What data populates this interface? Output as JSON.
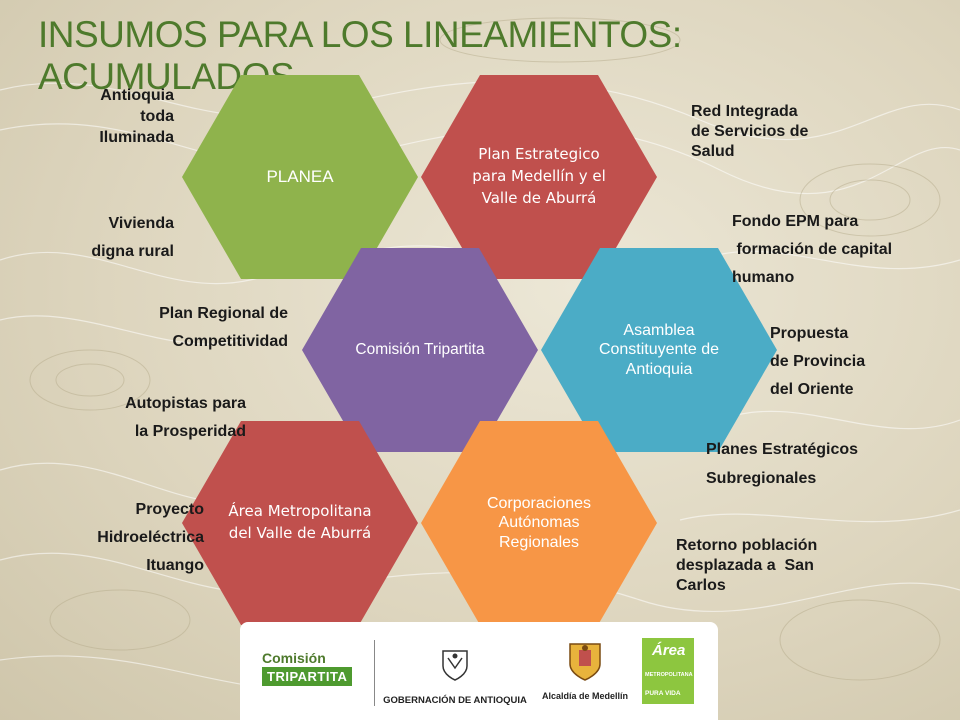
{
  "title": "INSUMOS PARA LOS LINEAMIENTOS: ACUMULADOS",
  "hexagons": {
    "planea": "PLANEA",
    "plan_estrategico": "Plan Estrategico para Medellín y el Valle de Aburrá",
    "comision": "Comisión Tripartita",
    "asamblea": "Asamblea Constituyente de Antioquia",
    "area_metropolitana": "Área Metropolitana del Valle de Aburrá",
    "corporaciones": "Corporaciones Autónomas Regionales"
  },
  "left_notes": {
    "antioquia": "Antioquia\ntoda\nIluminada",
    "vivienda": "Vivienda\ndigna rural",
    "plan_regional": "Plan Regional de\nCompetitividad",
    "autopistas": "Autopistas para\nla Prosperidad",
    "hidroelectrica": "Proyecto\nHidroeléctrica\nItuango"
  },
  "right_notes": {
    "red_integrada": "Red Integrada\nde Servicios de\nSalud",
    "fondo_epm": "Fondo EPM para\n formación de capital\nhumano",
    "propuesta": "Propuesta\nde Provincia\ndel Oriente",
    "planes": "Planes Estratégicos\nSubregionales",
    "retorno": "Retorno población\ndesplazada a  San\nCarlos"
  },
  "logos": {
    "comision_top": "Comisión",
    "comision_bottom": "TRIPARTITA",
    "gobernacion": "GOBERNACIÓN DE ANTIOQUIA",
    "alcaldia": "Alcaldía de Medellín",
    "area_brand": "Área",
    "area_sub": "METROPOLITANA",
    "area_tag": "PURA VIDA"
  },
  "colors": {
    "title": "#4e7a2c",
    "planea": "#8fb34c",
    "plan_estrategico": "#c0504d",
    "comision": "#8064a2",
    "asamblea": "#4bacc6",
    "area_metropolitana": "#c0504d",
    "corporaciones": "#f79646"
  }
}
